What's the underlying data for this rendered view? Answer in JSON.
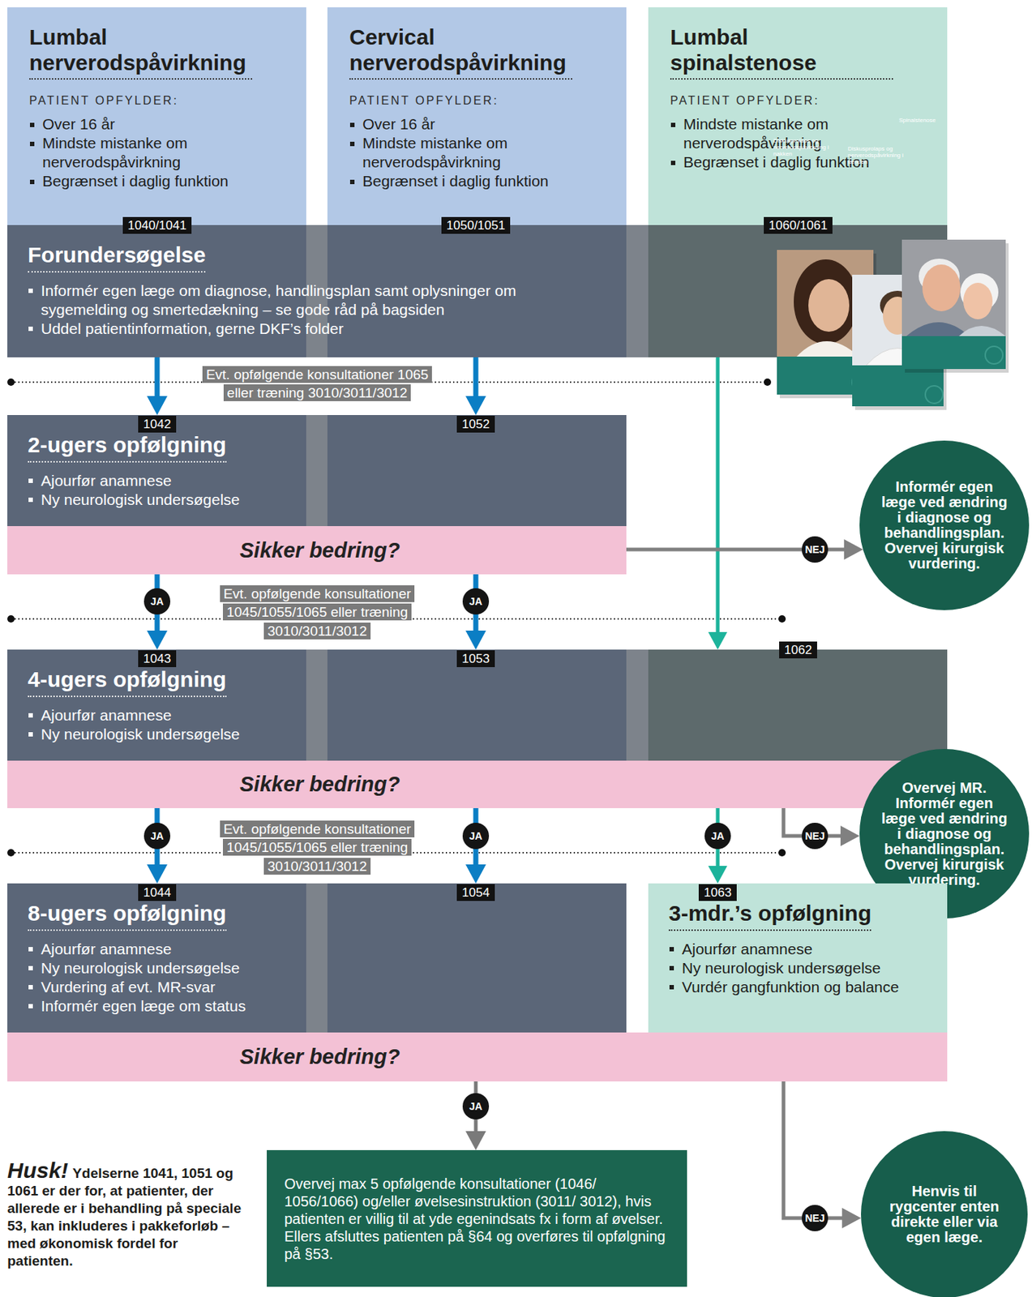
{
  "diagram": {
    "nodes": [
      {
        "text": [
          "Lumbal nerverodspåvirkning",
          "PATIENT OPFYLDER:",
          "Over 16 år",
          "Mindste mistanke om nerverodspåvirkning",
          "Begrænset i daglig funktion"
        ]
      },
      {
        "text": [
          "Cervical nerverodspåvirkning",
          "PATIENT OPFYLDER:",
          "Over 16 år",
          "Mindste mistanke om nerverodspåvirkning",
          "Begrænset i daglig funktion"
        ]
      },
      {
        "text": [
          "Lumbal spinalstenose",
          "PATIENT OPFYLDER:",
          "Mindste mistanke om nerverodspåvirkning",
          "Begrænset i daglig funktion"
        ]
      },
      {
        "text": [
          "Forundersøgelse",
          "Informér egen læge om diagnose, handlingsplan samt oplysninger om sygemelding og smertedækning – se gode råd på bagsiden",
          "Uddel patientinformation, gerne DKF’s folder"
        ]
      },
      {
        "text": [
          "2-ugers opfølgning",
          "Ajourfør anamnese",
          "Ny neurologisk undersøgelse"
        ]
      },
      {
        "text": [
          "Sikker bedring?"
        ]
      },
      {
        "text": [
          "Informér egen læge ved ændring i diagnose og behandlingsplan. Overvej kirurgisk vurdering."
        ]
      },
      {
        "text": [
          "4-ugers opfølgning",
          "Ajourfør anamnese",
          "Ny neurologisk undersøgelse"
        ]
      },
      {
        "text": [
          "Sikker bedring?"
        ]
      },
      {
        "text": [
          "Overvej MR. Informér egen læge ved ændring i diagnose og behandlingsplan. Overvej kirurgisk vurdering."
        ]
      },
      {
        "text": [
          "8-ugers opfølgning",
          "Ajourfør anamnese",
          "Ny neurologisk undersøgelse",
          "Vurdering af evt. MR-svar",
          "Informér egen læge om status"
        ]
      },
      {
        "text": [
          "3-mdr.’s opfølgning",
          "Ajourfør anamnese",
          "Ny neurologisk undersøgelse",
          "Vurdér gangfunktion og balance"
        ]
      },
      {
        "text": [
          "Sikker bedring?"
        ]
      },
      {
        "text": [
          "Overvej max 5 opfølgende konsultationer (1046/ 1056/1066) og/eller øvelsesinstruktion (3011/ 3012), hvis patienten er villig til at yde egenindsats fx i form af øvelser. Ellers afsluttes patienten på §64 og overføres til opfølgning på §53."
        ]
      },
      {
        "text": [
          "Henvis til rygcenter enten direkte eller via egen læge."
        ]
      }
    ],
    "edges": [
      {
        "from": 3,
        "to": 4,
        "arrow": "to"
      },
      {
        "from": 3,
        "to": 4,
        "arrow": "to"
      },
      {
        "from": 3,
        "to": 7,
        "arrow": "to"
      },
      {
        "from": 5,
        "to": 6,
        "arrow": "to",
        "label": "NEJ"
      },
      {
        "from": 5,
        "to": 7,
        "arrow": "to",
        "label": "JA"
      },
      {
        "from": 5,
        "to": 7,
        "arrow": "to",
        "label": "JA"
      },
      {
        "from": 8,
        "to": 9,
        "arrow": "to",
        "label": "NEJ"
      },
      {
        "from": 8,
        "to": 10,
        "arrow": "to",
        "label": "JA"
      },
      {
        "from": 8,
        "to": 10,
        "arrow": "to",
        "label": "JA"
      },
      {
        "from": 8,
        "to": 11,
        "arrow": "to",
        "label": "JA"
      },
      {
        "from": 12,
        "to": 13,
        "arrow": "to",
        "label": "JA"
      },
      {
        "from": 12,
        "to": 14,
        "arrow": "to",
        "label": "NEJ"
      }
    ],
    "labels": [
      "1040/1041",
      "1050/1051",
      "1060/1061",
      "Evt. opfølgende konsultationer 1065 eller træning 3010/3011/3012",
      "1042",
      "1052",
      "Evt. opfølgende konsultationer 1045/1055/1065 eller træning 3010/3011/3012",
      "1043",
      "1053",
      "1062",
      "Evt. opfølgende konsultationer 1045/1055/1065 eller træning 3010/3011/3012",
      "1044",
      "1054",
      "1063",
      "Husk!",
      "Ydelserne 1041, 1051 og 1061 er der for, at patienter, der allerede er i behandling på speciale 53, kan inkluderes i pakkeforløb – med økonomisk fordel for patienten.",
      "Diskusprolaps og nerverodspåvirkning i nakken",
      "Spinalstenose",
      "Diskusprolaps og nerverodspåvirkning i lænden"
    ]
  }
}
